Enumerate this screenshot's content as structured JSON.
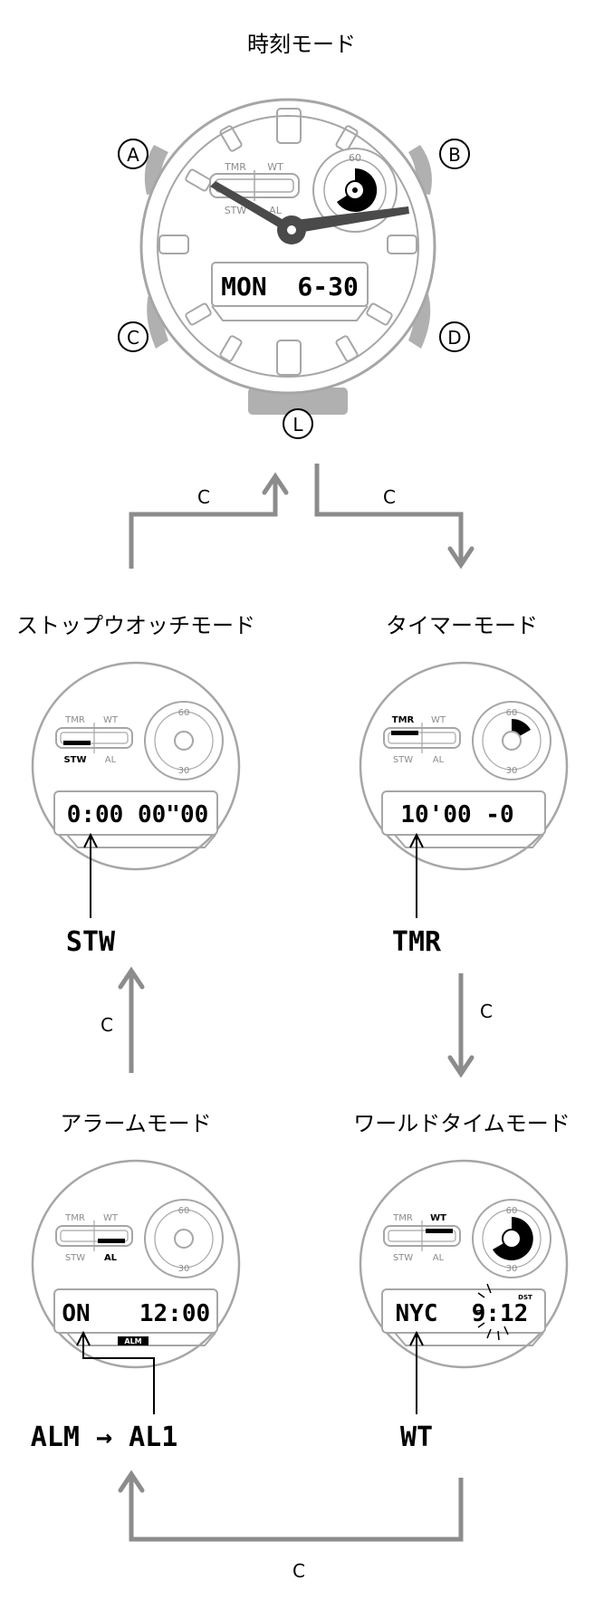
{
  "modes": {
    "timekeeping": "時刻モード",
    "stopwatch": "ストップウオッチモード",
    "timer": "タイマーモード",
    "alarm": "アラームモード",
    "world_time": "ワールドタイムモード"
  },
  "buttons": {
    "a": "A",
    "b": "B",
    "c": "C",
    "d": "D",
    "l": "L"
  },
  "arrow_label": "C",
  "watch": {
    "dial_60": "60",
    "dial_30": "30",
    "indicator_tmr": "TMR",
    "indicator_wt": "WT",
    "indicator_stw": "STW",
    "indicator_al": "AL",
    "separator": "|",
    "main_display": "MON  6-30"
  },
  "stopwatch": {
    "display": "0:00 00\"00",
    "callout": "STW"
  },
  "timer": {
    "display": "10'00 -0",
    "callout": "TMR"
  },
  "alarm": {
    "display_left": "ON",
    "display_right": "12:00",
    "badge": "ALM",
    "callout": "ALM → AL1"
  },
  "world_time": {
    "display_left": "NYC",
    "display_right": "9:12",
    "dst": "DST",
    "callout": "WT"
  },
  "colors": {
    "outline": "#a6a6a6",
    "flow_arrow": "#8c8c8c",
    "button": "#b0b0b0",
    "hands": "#4a4a4a",
    "black": "#000000"
  }
}
